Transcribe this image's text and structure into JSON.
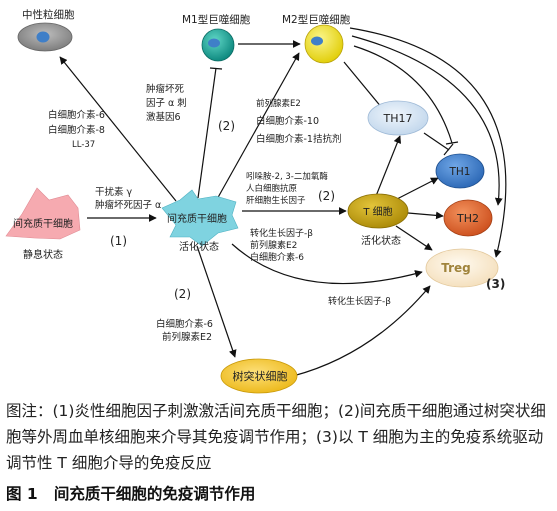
{
  "nodes": {
    "neutrophil": "中性粒细胞",
    "m1": "M1型巨噬细胞",
    "m2": "M2型巨噬细胞",
    "th17": "TH17",
    "th1": "TH1",
    "th2": "TH2",
    "treg": "Treg",
    "t_cell": "T 细胞",
    "msc_resting": "间充质干细胞",
    "msc_active": "间充质干细胞",
    "dendritic": "树突状细胞"
  },
  "states": {
    "resting": "静息状态",
    "activated_msc": "活化状态",
    "activated_t": "活化状态"
  },
  "markers": [
    "(1)",
    "(2)",
    "(2)",
    "(2)",
    "(3)"
  ],
  "labels": {
    "activation": [
      "干扰素 γ",
      "肿瘤坏死因子 α"
    ],
    "to_neutrophil": [
      "白细胞介素-6",
      "白细胞介素-8",
      "LL-37"
    ],
    "to_m1": [
      "肿瘤坏死",
      "因子 α 刺",
      "激基因6"
    ],
    "to_m2": [
      "前列腺素E2",
      "白细胞介素-10",
      "白细胞介素-1拮抗剂"
    ],
    "to_t_cell": [
      "吲哚胺-2, 3-二加氧酶",
      "人白细胞抗原",
      "肝细胞生长因子"
    ],
    "to_th2": [
      "转化生长因子-β",
      "前列腺素E2",
      "白细胞介素-6"
    ],
    "to_treg": "转化生长因子-β",
    "to_dendritic": [
      "白细胞介素-6",
      "前列腺素E2"
    ]
  },
  "caption": "图注：(1)炎性细胞因子刺激激活间充质干细胞；(2)间充质干细胞通过树突状细胞等外周血单核细胞来介导其免疫调节作用；(3)以 T 细胞为主的免疫系统驱动调节性 T 细胞介导的免疫反应",
  "figure_title": "图 1   间充质干细胞的免疫调节作用",
  "colors": {
    "neutrophil": "#8c8c8c",
    "m1": "#1fa59b",
    "m2": "#f2e11a",
    "nucleus": "#3f7fc8",
    "th17": "#d3e3f3",
    "th1": "#3d7fcd",
    "th2": "#e0642b",
    "treg": "#fbeed6",
    "t_cell": "#c6a10f",
    "msc_resting": "#f6aab0",
    "msc_active": "#7fd3e0",
    "dendritic": "#f6c51c"
  }
}
